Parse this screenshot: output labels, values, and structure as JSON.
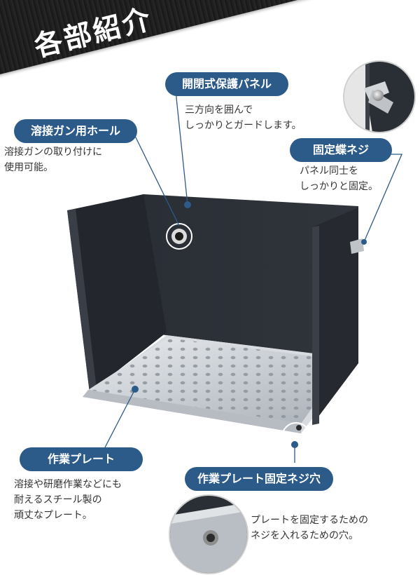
{
  "header": {
    "title": "各部紹介",
    "subtitle": "Introduction of each part"
  },
  "parts": {
    "panel": {
      "label": "開閉式保護パネル",
      "desc": [
        "三方向を囲んで",
        "しっかりとガードします。"
      ]
    },
    "torch_hole": {
      "label": "溶接ガン用ホール",
      "desc": [
        "溶接ガンの取り付けに",
        "使用可能。"
      ]
    },
    "wing_screw": {
      "label": "固定蝶ネジ",
      "desc": [
        "パネル同士を",
        "しっかりと固定。"
      ]
    },
    "work_plate": {
      "label": "作業プレート",
      "desc": [
        "溶接や研磨作業などにも",
        "耐えるスチール製の",
        "頑丈なプレート。"
      ]
    },
    "plate_screw_hole": {
      "label": "作業プレート固定ネジ穴",
      "desc": [
        "プレートを固定するための",
        "ネジを入れるための穴。"
      ]
    }
  },
  "colors": {
    "accent": "#2c5a89",
    "panel": "#2b2f36",
    "plate": "#cfd3d8",
    "banner": "#1e1e1e"
  }
}
